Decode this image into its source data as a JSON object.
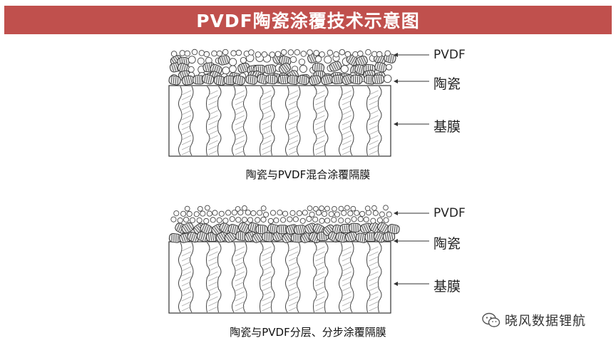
{
  "title": "PVDF陶瓷涂覆技术示意图",
  "diagrams": [
    {
      "labels": {
        "pvdf": "PVDF",
        "ceramic": "陶瓷",
        "base": "基膜"
      },
      "caption": "陶瓷与PVDF混合涂覆隔膜"
    },
    {
      "labels": {
        "pvdf": "PVDF",
        "ceramic": "陶瓷",
        "base": "基膜"
      },
      "caption": "陶瓷与PVDF分层、分步涂覆隔膜"
    }
  ],
  "watermark": {
    "icon": "wechat-icon",
    "text": "晓风数据锂航"
  },
  "colors": {
    "banner": "#c0504d",
    "line": "#333333"
  }
}
